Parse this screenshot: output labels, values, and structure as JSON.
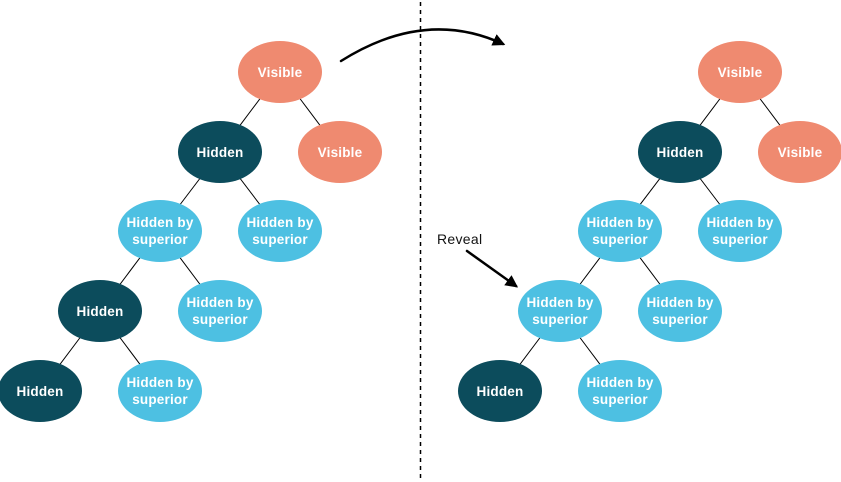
{
  "annotations": {
    "reveal": "Reveal"
  },
  "colors": {
    "visible_node": "#EF8A70",
    "hidden_node": "#0C4C5C",
    "hidden_by_superior_node": "#4DC0E2",
    "node_text": "#FFFFFF",
    "edge_line": "#000000",
    "divider_line": "#000000",
    "background": "#FFFFFF"
  },
  "legend_states": {
    "visible": "Visible",
    "hidden": "Hidden",
    "hidden_by_superior": "Hidden by superior"
  },
  "trees": {
    "left": {
      "side": "before",
      "nodes": [
        {
          "label": "Visible",
          "state": "visible"
        },
        {
          "label": "Hidden",
          "state": "hidden"
        },
        {
          "label": "Visible",
          "state": "visible"
        },
        {
          "label": "Hidden by superior",
          "state": "hidden_by_superior"
        },
        {
          "label": "Hidden by superior",
          "state": "hidden_by_superior"
        },
        {
          "label": "Hidden",
          "state": "hidden"
        },
        {
          "label": "Hidden by superior",
          "state": "hidden_by_superior"
        },
        {
          "label": "Hidden",
          "state": "hidden"
        },
        {
          "label": "Hidden by superior",
          "state": "hidden_by_superior"
        }
      ],
      "edges": [
        [
          0,
          1
        ],
        [
          0,
          2
        ],
        [
          1,
          3
        ],
        [
          1,
          4
        ],
        [
          3,
          5
        ],
        [
          3,
          6
        ],
        [
          5,
          7
        ],
        [
          5,
          8
        ]
      ]
    },
    "right": {
      "side": "after",
      "nodes": [
        {
          "label": "Visible",
          "state": "visible"
        },
        {
          "label": "Hidden",
          "state": "hidden"
        },
        {
          "label": "Visible",
          "state": "visible"
        },
        {
          "label": "Hidden by superior",
          "state": "hidden_by_superior"
        },
        {
          "label": "Hidden by superior",
          "state": "hidden_by_superior"
        },
        {
          "label": "Hidden by superior",
          "state": "hidden_by_superior"
        },
        {
          "label": "Hidden by superior",
          "state": "hidden_by_superior"
        },
        {
          "label": "Hidden",
          "state": "hidden"
        },
        {
          "label": "Hidden by superior",
          "state": "hidden_by_superior"
        }
      ],
      "edges": [
        [
          0,
          1
        ],
        [
          0,
          2
        ],
        [
          1,
          3
        ],
        [
          1,
          4
        ],
        [
          3,
          5
        ],
        [
          3,
          6
        ],
        [
          5,
          7
        ],
        [
          5,
          8
        ]
      ]
    }
  }
}
